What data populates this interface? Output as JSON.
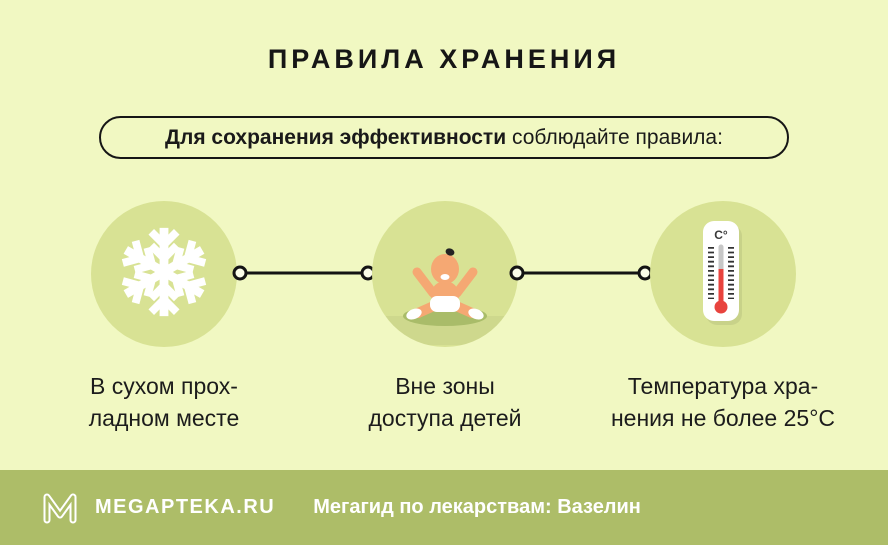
{
  "title": "ПРАВИЛА ХРАНЕНИЯ",
  "rule_banner": {
    "bold_text": "Для сохранения эффективности",
    "regular_text": " соблюдайте правила:"
  },
  "steps": [
    {
      "icon": "snowflake-icon",
      "label_line1": "В сухом прох-",
      "label_line2": "ладном месте"
    },
    {
      "icon": "baby-icon",
      "label_line1": "Вне зоны",
      "label_line2": "доступа детей"
    },
    {
      "icon": "thermometer-icon",
      "label_line1": "Температура хра-",
      "label_line2": "нения не более 25°С",
      "thermometer_unit": "C°"
    }
  ],
  "footer": {
    "brand": "MEGAPTEKA.RU",
    "tagline": "Мегагид по лекарствам: Вазелин",
    "logo": "megapteka-m-icon"
  },
  "colors": {
    "background": "#f1f8c2",
    "circle": "#d8e294",
    "footer_bar": "#adbd68",
    "text": "#1a1a1a",
    "connector_line": "#141414",
    "mercury_red": "#e8433e",
    "baby_skin": "#f5a873",
    "mat_green": "#a9bc69",
    "icon_white": "#ffffff"
  }
}
